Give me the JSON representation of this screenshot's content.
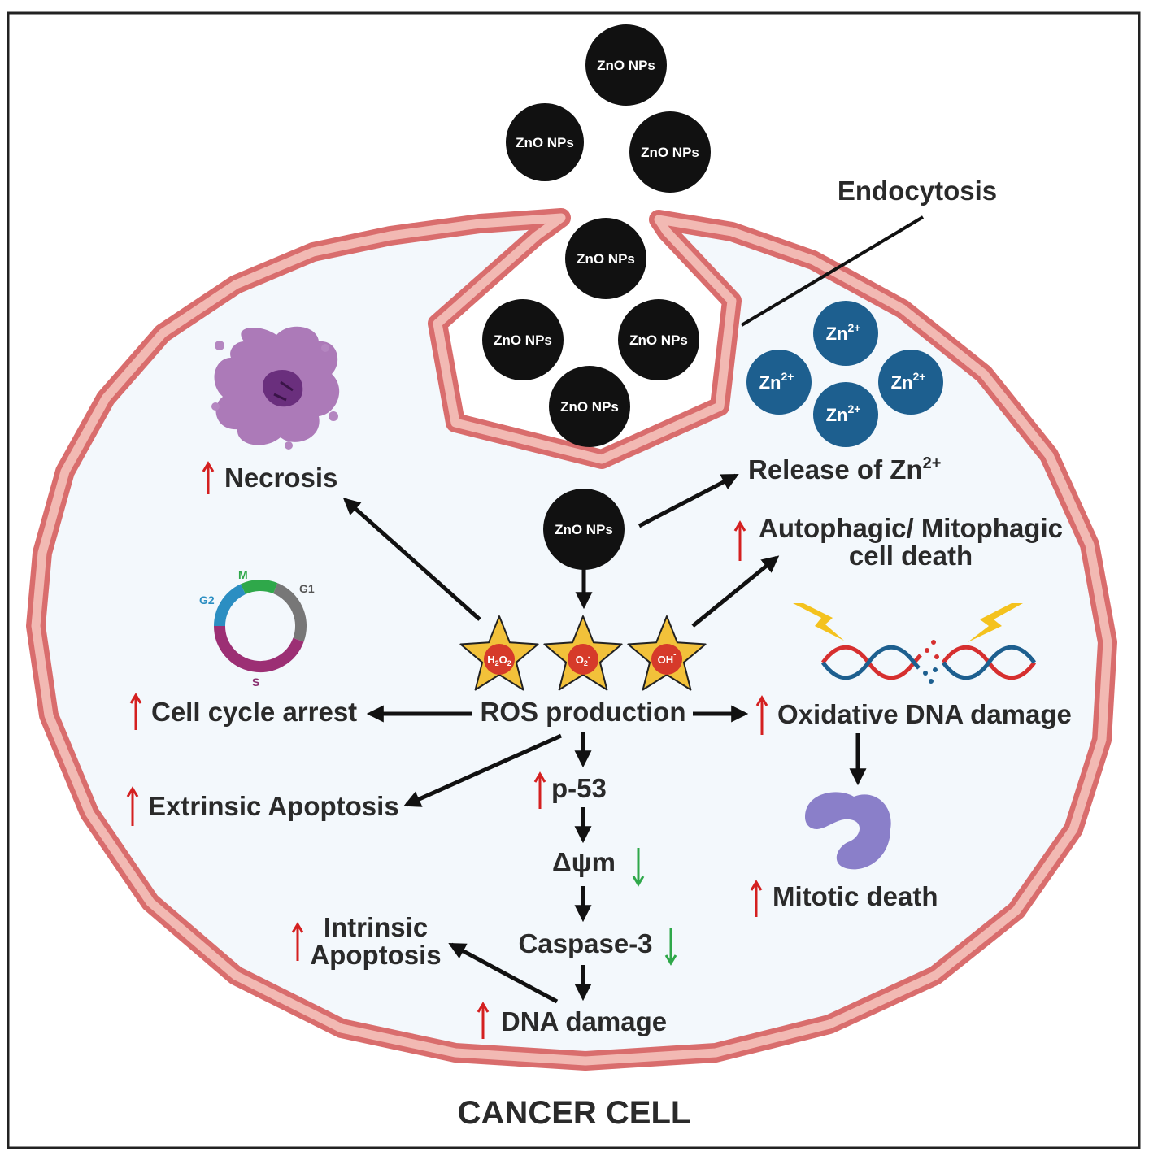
{
  "diagram": {
    "title": "CANCER CELL",
    "nanoparticle_label": "ZnO NPs",
    "zinc_ion": {
      "symbol": "Zn",
      "charge": "2+"
    },
    "endocytosis_label": "Endocytosis",
    "release_label": {
      "text": "Release of Zn",
      "charge": "2+"
    },
    "ros_species": [
      {
        "base": "H",
        "sub1": "2",
        "mid": "O",
        "sub2": "2",
        "sup": ""
      },
      {
        "base": "O",
        "sub1": "2",
        "mid": "",
        "sub2": "",
        "sup": "-"
      },
      {
        "base": "OH",
        "sub1": "",
        "mid": "",
        "sub2": "",
        "sup": "-"
      }
    ],
    "ros_label": "ROS production",
    "cell_cycle_phases": [
      "M",
      "G1",
      "S",
      "G2"
    ],
    "effects": {
      "necrosis": "Necrosis",
      "autophagic_line1": "Autophagic/ Mitophagic",
      "autophagic_line2": "cell death",
      "cell_cycle_arrest": "Cell cycle arrest",
      "oxidative_dna_damage": "Oxidative DNA damage",
      "extrinsic_apoptosis": "Extrinsic Apoptosis",
      "p53": "p-53",
      "delta_psi_m": "Δψm",
      "caspase3": "Caspase-3",
      "intrinsic_line1": "Intrinsic",
      "intrinsic_line2": "Apoptosis",
      "dna_damage": "DNA damage",
      "mitotic_death": "Mitotic death"
    },
    "colors": {
      "membrane_outer": "#d96d6d",
      "membrane_inner": "#f2b9b3",
      "cytoplasm": "#f3f8fc",
      "nanoparticle": "#111111",
      "zinc_ion": "#1d5f8f",
      "ros_star": "#f2c13a",
      "ros_core": "#d63a2a",
      "increase_arrow": "#d42020",
      "decrease_arrow": "#2fa84a",
      "necrosis_cell": "#a46bb0",
      "mitotic_cell": "#8a7fc9"
    }
  }
}
